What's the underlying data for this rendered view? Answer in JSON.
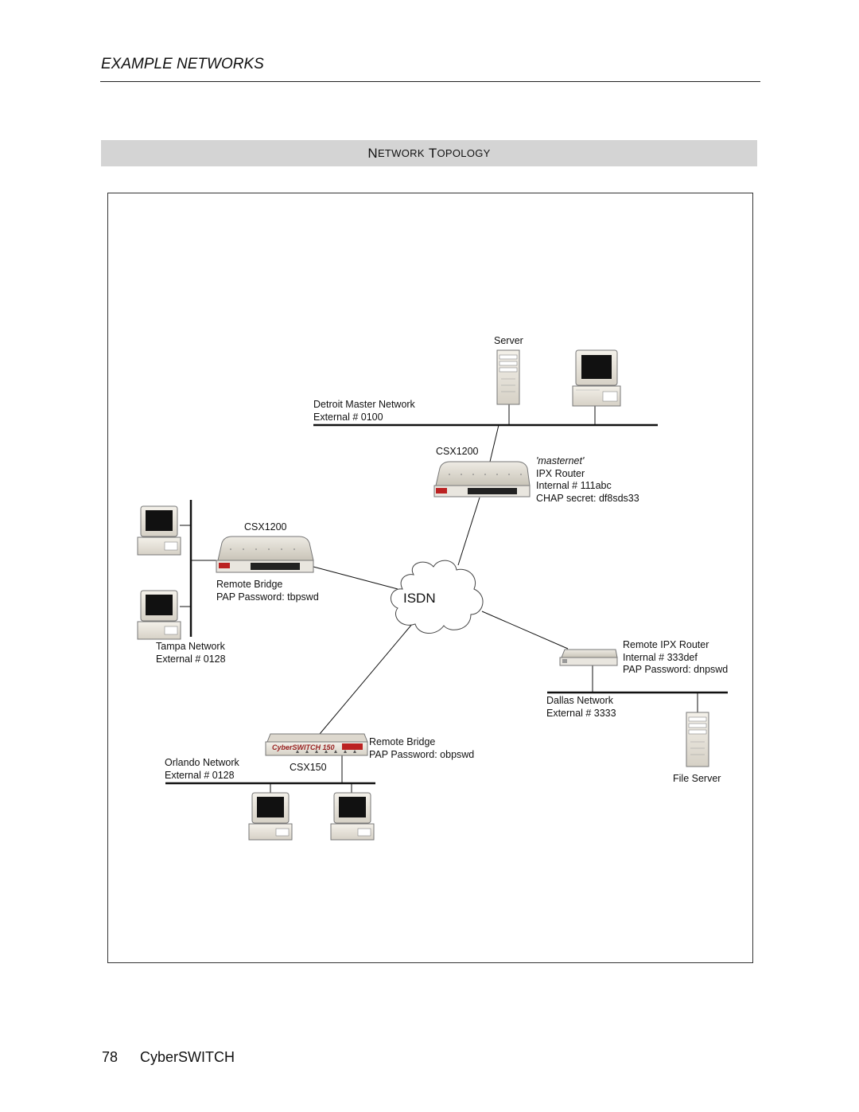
{
  "header": {
    "section": "EXAMPLE NETWORKS",
    "title_first": "N",
    "title_first_rest": "ETWORK",
    "title_second": "T",
    "title_second_rest": "OPOLOGY"
  },
  "diagram": {
    "server_label": "Server",
    "detroit": {
      "name": "Detroit Master Network",
      "external": "External # 0100"
    },
    "csx1200_top": {
      "model": "CSX1200",
      "name": "'masternet'",
      "role": "IPX Router",
      "internal": "Internal # 111abc",
      "secret": "CHAP secret: df8sds33"
    },
    "csx1200_left": {
      "model": "CSX1200",
      "role": "Remote Bridge",
      "password": "PAP Password: tbpswd"
    },
    "isdn": "ISDN",
    "tampa": {
      "name": "Tampa Network",
      "external": "External # 0128"
    },
    "remote_ipx": {
      "role": "Remote IPX Router",
      "internal": "Internal # 333def",
      "password": "PAP Password: dnpswd"
    },
    "dallas": {
      "name": "Dallas Network",
      "external": "External # 3333"
    },
    "csx150": {
      "model": "CSX150",
      "role": "Remote Bridge",
      "password": "PAP Password: obpswd",
      "brand_text": "CyberSWITCH 150"
    },
    "orlando": {
      "name": "Orlando Network",
      "external": "External # 0128"
    },
    "file_server": "File Server"
  },
  "footer": {
    "page_number": "78",
    "product": "CyberSWITCH"
  }
}
